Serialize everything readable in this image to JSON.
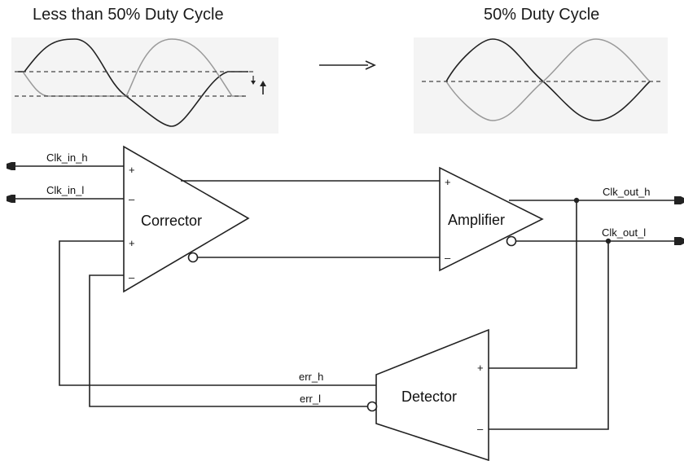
{
  "waveform": {
    "left_title": "Less than 50% Duty Cycle",
    "right_title": "50% Duty Cycle"
  },
  "blocks": {
    "corrector": "Corrector",
    "amplifier": "Amplifier",
    "detector": "Detector"
  },
  "signals": {
    "clk_in_h": "Clk_in_h",
    "clk_in_l": "Clk_in_l",
    "clk_out_h": "Clk_out_h",
    "clk_out_l": "Clk_out_l",
    "err_h": "err_h",
    "err_l": "err_l"
  },
  "pins": {
    "plus": "+",
    "minus": "–"
  },
  "colors": {
    "line": "#222222",
    "faint_wave": "#9a9a9a"
  }
}
